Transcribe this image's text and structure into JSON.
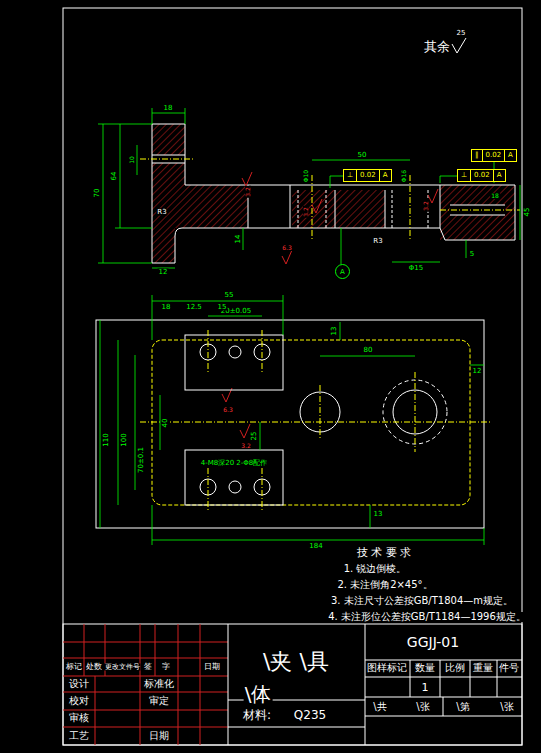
{
  "diagram": {
    "nodes": [
      {
        "text": [
          "⊥",
          "0.02",
          "A"
        ]
      },
      {
        "text": [
          "⊥",
          "0.02",
          "A"
        ]
      },
      {
        "text": [
          "∥",
          "0.02",
          "A"
        ]
      },
      {
        "text": [
          "A"
        ]
      }
    ],
    "labels": [
      "其余",
      "25",
      "18",
      "70",
      "64",
      "10",
      "12",
      "14",
      "R3",
      "3.2",
      "3.2",
      "3.2",
      "6.3",
      "R3",
      "50",
      "Φ10",
      "Φ16",
      "Φ15",
      "5",
      "45",
      "18",
      "55",
      "20±0.05",
      "18",
      "12.5",
      "15",
      "13",
      "80",
      "12",
      "110",
      "100",
      "70±0.1",
      "40",
      "25",
      "13",
      "184",
      "4-M8深20 2-Φ8配作",
      "6.3",
      "3.2",
      "技 术 要 求",
      "1. 锐边倒棱。",
      "2. 未注倒角2×45°。",
      "3. 未注尺寸公差按GB/T1804—m规定。",
      "4. 未注形位公差按GB/T1184—1996规定。",
      "标记",
      "处数",
      "更改文件号",
      "签",
      "字",
      "日期",
      "设计",
      "标准化",
      "校对",
      "审定",
      "审核",
      "工艺",
      "日期",
      "\\夹 \\具",
      "\\体",
      "材料:",
      "Q235",
      "GGJJ-01",
      "图样标记",
      "数量",
      "比例",
      "重量",
      "件号",
      "1",
      "\\共",
      "\\张",
      "\\第",
      "\\张"
    ]
  }
}
